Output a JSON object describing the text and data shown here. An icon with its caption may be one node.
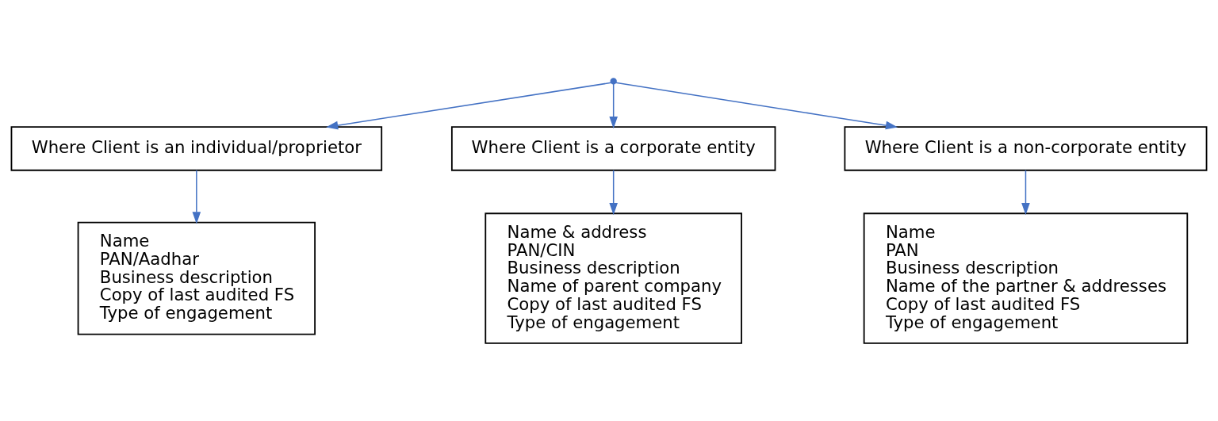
{
  "diagram": {
    "nodes": [
      {
        "text": [],
        "shape": "point"
      },
      {
        "text": [
          "Where Client is an individual/proprietor"
        ]
      },
      {
        "text": [
          "Where Client is a corporate entity"
        ]
      },
      {
        "text": [
          "Where Client is a non-corporate entity"
        ]
      },
      {
        "text": [
          "Name",
          "PAN/Aadhar",
          "Business description",
          "Copy of last audited FS",
          "Type of engagement"
        ]
      },
      {
        "text": [
          "Name & address",
          "PAN/CIN",
          "Business description",
          "Name of parent company",
          "Copy of last audited FS",
          "Type of engagement"
        ]
      },
      {
        "text": [
          "Name",
          "PAN",
          "Business description",
          "Name of the partner & addresses",
          "Copy of last audited FS",
          "Type of engagement"
        ]
      }
    ],
    "edges": [
      {
        "from": 0,
        "to": 1,
        "arrow": "to"
      },
      {
        "from": 0,
        "to": 2,
        "arrow": "to"
      },
      {
        "from": 0,
        "to": 3,
        "arrow": "to"
      },
      {
        "from": 1,
        "to": 4,
        "arrow": "to"
      },
      {
        "from": 2,
        "to": 5,
        "arrow": "to"
      },
      {
        "from": 3,
        "to": 6,
        "arrow": "to"
      }
    ]
  }
}
